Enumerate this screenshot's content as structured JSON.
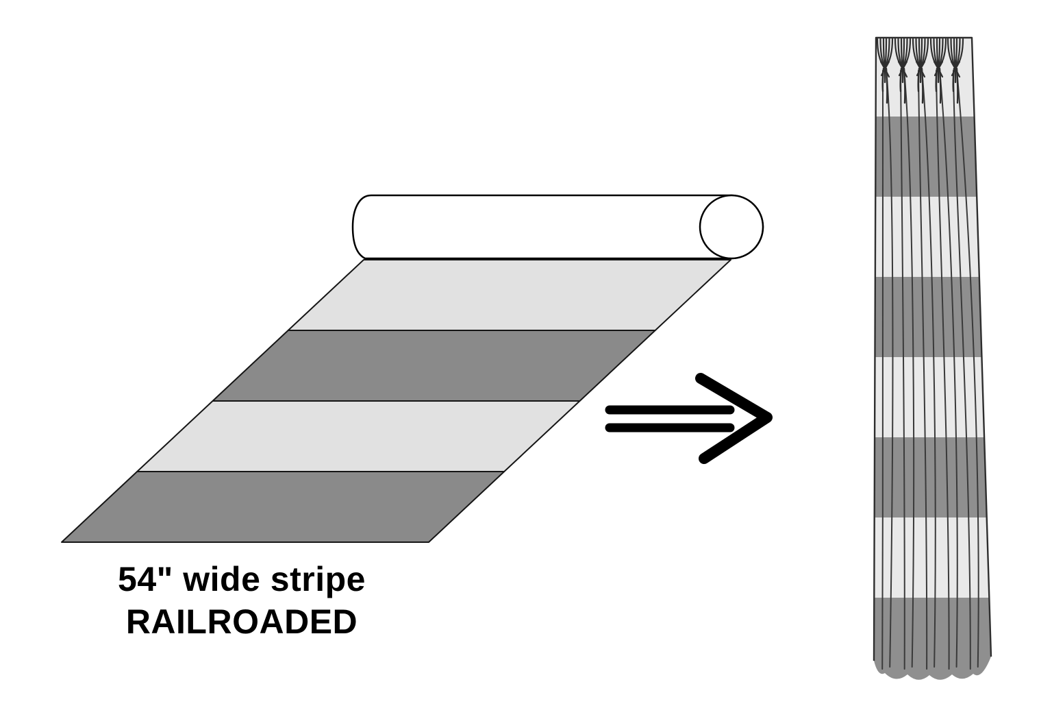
{
  "caption": {
    "line1": "54\" wide stripe",
    "line2": "RAILROADED"
  },
  "colors": {
    "background": "#ffffff",
    "fabric_stripe_light": "#e1e1e1",
    "fabric_stripe_dark": "#8a8a8a",
    "curtain_stripe_light": "#e9e9e9",
    "curtain_stripe_dark": "#8f8f8f",
    "outline": "#000000",
    "stripe_border": "#151515",
    "fold_line": "#3a3a3a",
    "curtain_edge": "#2e2e2e",
    "text": "#000000"
  },
  "fabric_roll": {
    "description": "bolt of fabric unrolling toward viewer",
    "stripe_count": 4,
    "stripes": [
      "light",
      "dark",
      "light",
      "dark"
    ]
  },
  "arrow": {
    "direction": "right",
    "style": "double-shaft chevron"
  },
  "curtain": {
    "pleat_style": "pinch-pleat",
    "pleat_count": 5,
    "stripe_count": 8,
    "stripes": [
      "light",
      "dark",
      "light",
      "dark",
      "light",
      "dark",
      "light",
      "dark"
    ]
  }
}
